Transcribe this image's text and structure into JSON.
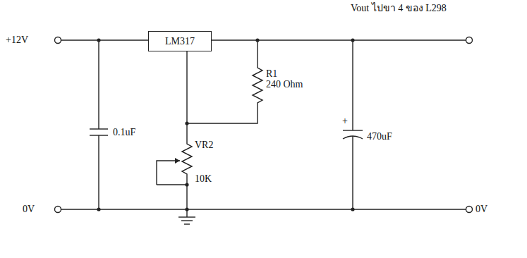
{
  "diagram": {
    "nodes": [
      {
        "text": [
          "LM317"
        ]
      }
    ],
    "labels": [
      "Vout ไปขา 4 ของ L298",
      "+12V",
      "R1",
      "240 Ohm",
      "0.1uF",
      "470uF",
      "+",
      "VR2",
      "10K",
      "0V",
      "0V"
    ]
  }
}
